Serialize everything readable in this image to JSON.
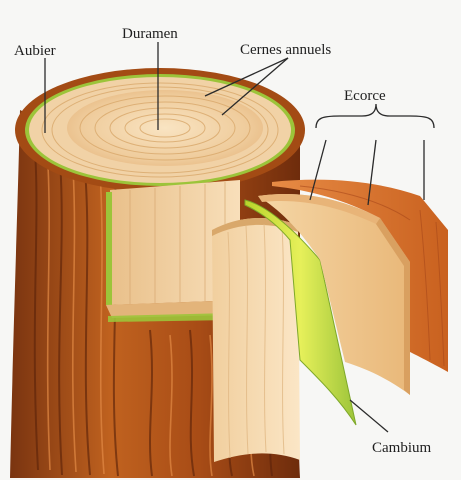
{
  "labels": {
    "aubier": "Aubier",
    "duramen": "Duramen",
    "cernes": "Cernes annuels",
    "ecorce": "Ecorce",
    "cambium": "Cambium"
  },
  "colors": {
    "bark_dark": "#8a3c12",
    "bark_mid": "#b4561c",
    "bark_light": "#d77a3a",
    "wood_light": "#f6dcb6",
    "wood_mid": "#ecc594",
    "sapwood_ring": "#9cc43a",
    "cambium": "#d6e63a",
    "inner_bark": "#f2cc96",
    "outer_bark": "#e07a38",
    "leader": "#2b2b2b"
  }
}
